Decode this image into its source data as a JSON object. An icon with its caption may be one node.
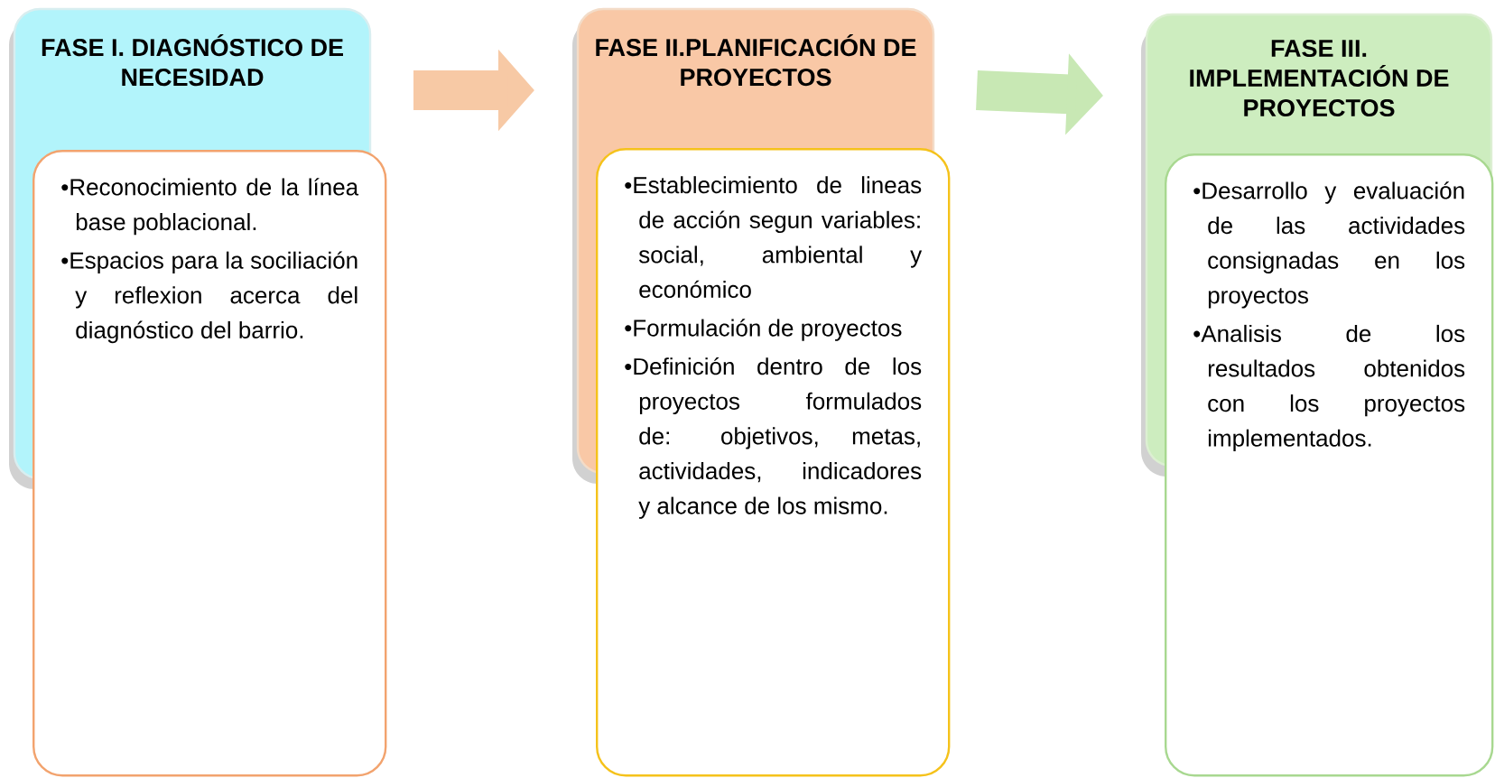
{
  "diagram": {
    "nodes": [
      {
        "text": [
          "FASE I. DIAGNÓSTICO DE NECESIDAD"
        ]
      },
      {
        "text": [
          "•Reconocimiento de la línea base poblacional.",
          "•Espacios para la sociliación y reflexion acerca del diagnóstico del barrio."
        ]
      },
      {
        "text": [
          "FASE II.PLANIFICACIÓN DE PROYECTOS"
        ]
      },
      {
        "text": [
          "•Establecimiento de lineas de acción segun variables: social, ambiental y económico",
          "•Formulación de proyectos",
          "•Definición dentro de los proyectos formulados de: objetivos, metas, actividades, indicadores y alcance de los mismo."
        ]
      },
      {
        "text": [
          "FASE III. IMPLEMENTACIÓN DE PROYECTOS"
        ]
      },
      {
        "text": [
          "•Desarrollo y evaluación de las actividades consignadas en los proyectos",
          "•Analisis de los resultados obtenidos con los proyectos implementados."
        ]
      }
    ],
    "edges": [
      {
        "from": 0,
        "to": 2,
        "arrow": "to",
        "color": "#f7c9a5"
      },
      {
        "from": 2,
        "to": 4,
        "arrow": "to",
        "color": "#c8e8b4"
      }
    ]
  }
}
